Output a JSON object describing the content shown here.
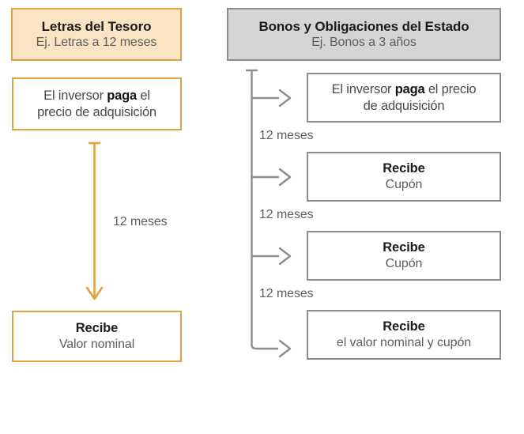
{
  "diagram": {
    "title_semantic": "comparativa-letras-vs-bonos",
    "colors": {
      "orange_border": "#e3a33c",
      "orange_fill": "#fbe4c3",
      "gray_border": "#8d8d8d",
      "gray_fill": "#d5d5d5",
      "text_dark": "#1b1b1b",
      "text_muted": "#5d5d5d",
      "background": "#ffffff"
    }
  },
  "left_column": {
    "header": {
      "title": "Letras del Tesoro",
      "subtitle": "Ej. Letras a 12 meses"
    },
    "pay_box": {
      "prefix": "El inversor ",
      "strong": "paga",
      "suffix": " el",
      "line2": "precio de adquisición"
    },
    "interval_label": "12 meses",
    "receive_box": {
      "title": "Recibe",
      "subtitle": "Valor nominal"
    }
  },
  "right_column": {
    "header": {
      "title": "Bonos y Obligaciones del Estado",
      "subtitle": "Ej. Bonos a 3 años"
    },
    "steps": [
      {
        "prefix": "El inversor ",
        "strong": "paga",
        "suffix": " el precio",
        "line2": "de adquisición",
        "title": "",
        "subtitle": ""
      },
      {
        "title": "Recibe",
        "subtitle": "Cupón"
      },
      {
        "title": "Recibe",
        "subtitle": "Cupón"
      },
      {
        "title": "Recibe",
        "subtitle": "el valor nominal y cupón"
      }
    ],
    "interval_labels": [
      "12 meses",
      "12 meses",
      "12 meses"
    ]
  }
}
